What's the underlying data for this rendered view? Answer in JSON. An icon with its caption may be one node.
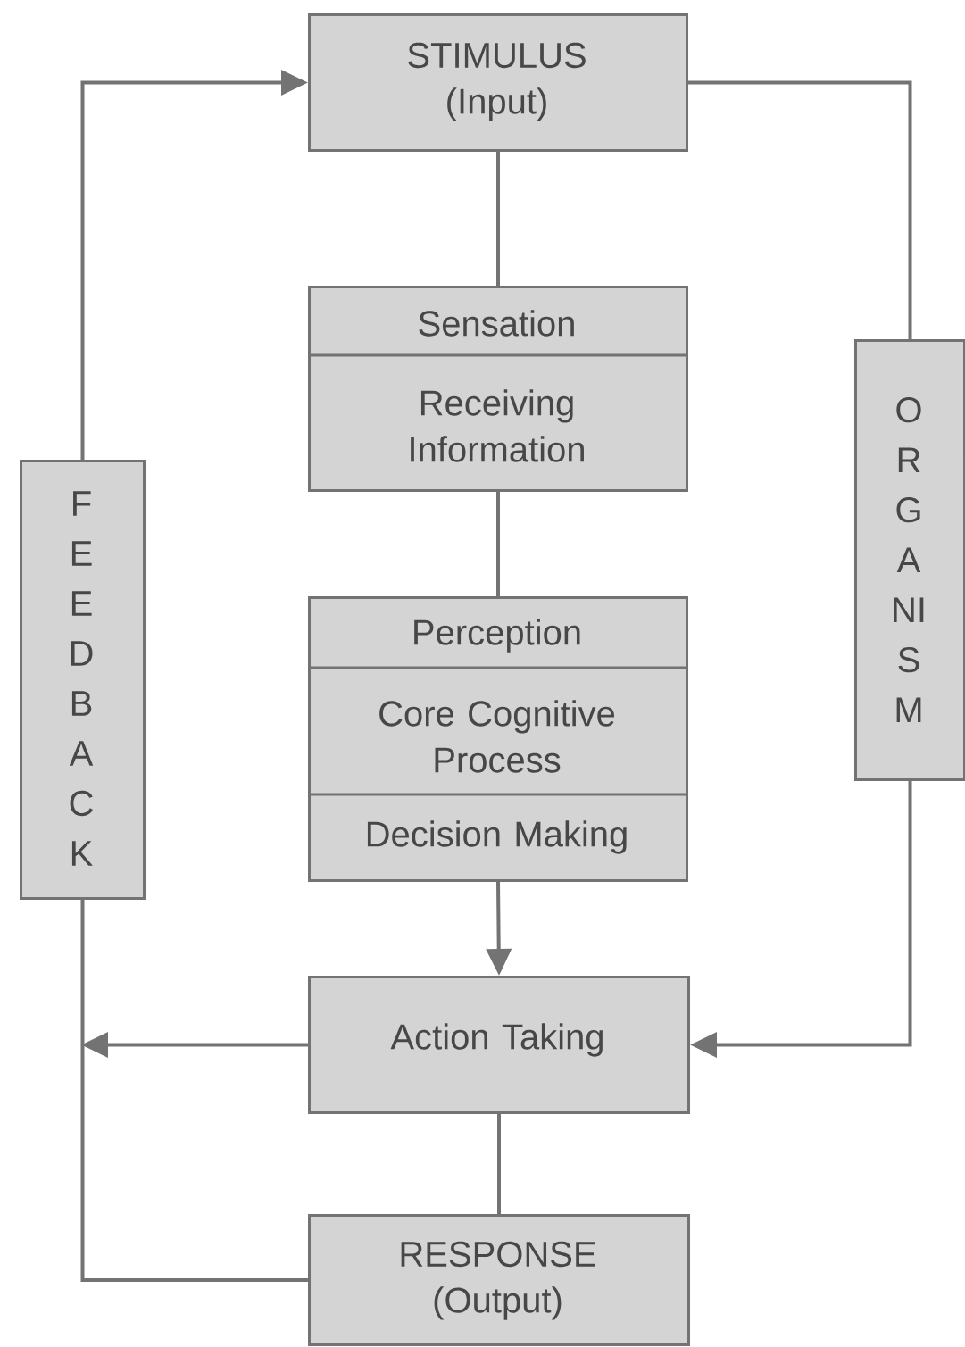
{
  "diagram": {
    "nodes": [
      {
        "text": [
          "STIMULUS",
          "(Input)"
        ]
      },
      {
        "text": [
          "Sensation",
          "Receiving Information"
        ]
      },
      {
        "text": [
          "Perception",
          "Core Cognitive Process",
          "Decision Making"
        ]
      },
      {
        "text": [
          "Action Taking"
        ]
      },
      {
        "text": [
          "RESPONSE",
          "(Output)"
        ]
      },
      {
        "text": [
          "FEEDBACK"
        ]
      },
      {
        "text": [
          "ORGANISM"
        ]
      }
    ],
    "edges": [
      {
        "from": 0,
        "to": 1,
        "arrow": "none"
      },
      {
        "from": 1,
        "to": 2,
        "arrow": "none"
      },
      {
        "from": 2,
        "to": 3,
        "arrow": "to"
      },
      {
        "from": 3,
        "to": 4,
        "arrow": "none"
      },
      {
        "from": 4,
        "to": 5,
        "arrow": "none"
      },
      {
        "from": 5,
        "to": 0,
        "arrow": "to"
      },
      {
        "from": 0,
        "to": 6,
        "arrow": "none"
      },
      {
        "from": 6,
        "to": 3,
        "arrow": "to"
      },
      {
        "from": 3,
        "to": null,
        "arrow": "to"
      }
    ]
  }
}
